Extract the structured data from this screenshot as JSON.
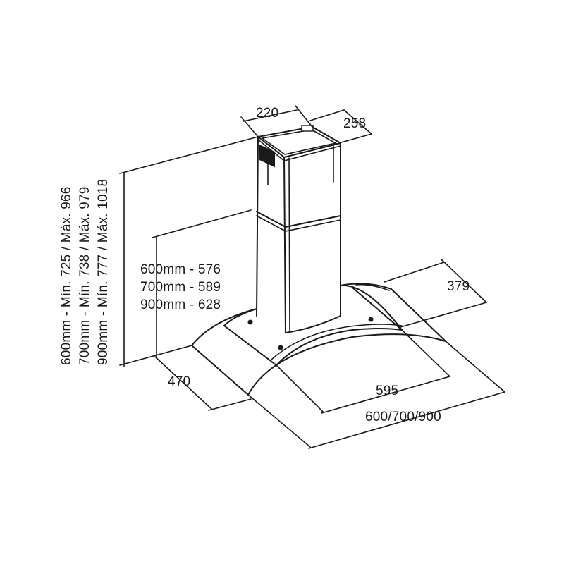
{
  "colors": {
    "line": "#1a1a1a",
    "background": "#ffffff"
  },
  "dimensions": {
    "chimney_width": "220",
    "chimney_depth": "258",
    "canopy_depth": "379",
    "side_depth": "470",
    "glass_width": "595",
    "overall_width": "600/700/900",
    "body_heights": [
      "600mm - 576",
      "700mm - 589",
      "900mm - 628"
    ],
    "total_heights": [
      "600mm - Mín. 725 / Máx. 966",
      "700mm - Mín. 738 / Máx. 979",
      "900mm - Mín. 777 / Máx. 1018"
    ]
  }
}
